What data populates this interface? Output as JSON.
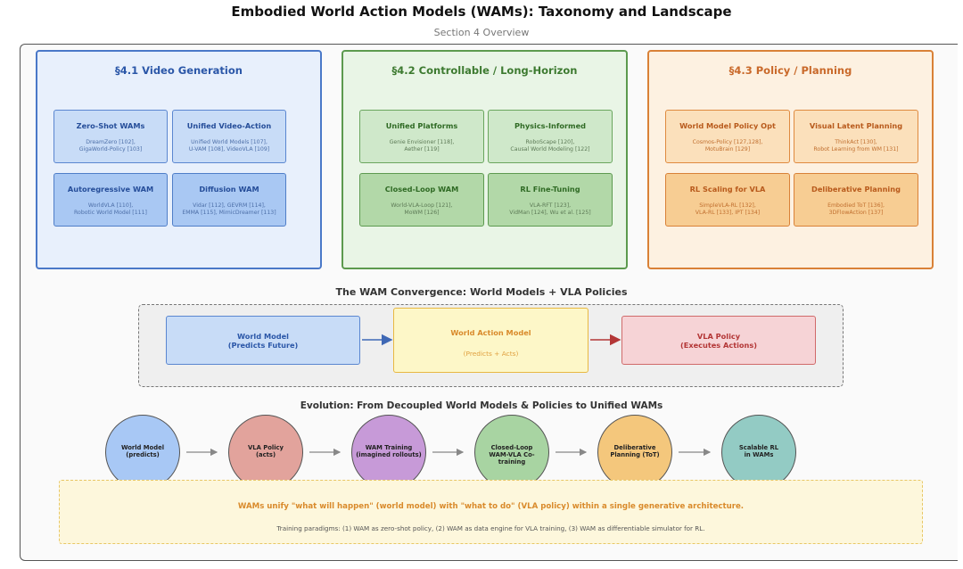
{
  "header": {
    "title": "Embodied World Action Models (WAMs): Taxonomy and Landscape",
    "subtitle": "Section 4 Overview"
  },
  "sections": [
    {
      "title": "§4.1 Video Generation",
      "cards": [
        {
          "title": "Zero-Shot WAMs",
          "refs": [
            "DreamZero [102],",
            "GigaWorld-Policy [103]"
          ]
        },
        {
          "title": "Unified Video-Action",
          "refs": [
            "Unified World Models [107],",
            "U-VAM [108], VideoVLA [109]"
          ]
        },
        {
          "title": "Autoregressive WAM",
          "refs": [
            "WorldVLA [110],",
            "Robotic World Model [111]"
          ]
        },
        {
          "title": "Diffusion WAM",
          "refs": [
            "Vidar [112], GEVRM [114],",
            "EMMA [115], MimicDreamer [113]"
          ]
        }
      ]
    },
    {
      "title": "§4.2 Controllable / Long-Horizon",
      "cards": [
        {
          "title": "Unified Platforms",
          "refs": [
            "Genie Envisioner [118],",
            "Aether [119]"
          ]
        },
        {
          "title": "Physics-Informed",
          "refs": [
            "RoboScape [120],",
            "Causal World Modeling [122]"
          ]
        },
        {
          "title": "Closed-Loop WAM",
          "refs": [
            "World-VLA-Loop [121],",
            "MoWM [126]"
          ]
        },
        {
          "title": "RL Fine-Tuning",
          "refs": [
            "VLA-RFT [123],",
            "VidMan [124], Wu et al. [125]"
          ]
        }
      ]
    },
    {
      "title": "§4.3 Policy / Planning",
      "cards": [
        {
          "title": "World Model Policy Opt",
          "refs": [
            "Cosmos-Policy [127,128],",
            "MotuBrain [129]"
          ]
        },
        {
          "title": "Visual Latent Planning",
          "refs": [
            "ThinkAct [130],",
            "Robot Learning from WM [131]"
          ]
        },
        {
          "title": "RL Scaling for VLA",
          "refs": [
            "SimpleVLA-RL [132],",
            "VLA-RL [133], IPT [134]"
          ]
        },
        {
          "title": "Deliberative Planning",
          "refs": [
            "Embodied ToT [136],",
            "3DFlowAction [137]"
          ]
        }
      ]
    }
  ],
  "convergence": {
    "title": "The WAM Convergence: World Models + VLA Policies",
    "world_model": [
      "World Model",
      "(Predicts Future)"
    ],
    "wam": {
      "title": "World Action Model",
      "sub": "(Predicts + Acts)"
    },
    "vla": [
      "VLA Policy",
      "(Executes Actions)"
    ]
  },
  "evolution": {
    "title": "Evolution: From Decoupled World Models & Policies to Unified WAMs",
    "steps": [
      [
        "World Model",
        "(predicts)"
      ],
      [
        "VLA Policy",
        "(acts)"
      ],
      [
        "WAM Training",
        "(imagined rollouts)"
      ],
      [
        "Closed-Loop",
        "WAM-VLA Co-training"
      ],
      [
        "Deliberative",
        "Planning (ToT)"
      ],
      [
        "Scalable RL",
        "in WAMs"
      ]
    ]
  },
  "summary": {
    "main": "WAMs unify \"what will happen\" (world model) with \"what to do\" (VLA policy) within a single generative architecture.",
    "sub": "Training paradigms: (1) WAM as zero-shot policy, (2) WAM as data engine for VLA training, (3) WAM as differentiable simulator for RL."
  },
  "colors": {
    "video_generation": "#4a78c8",
    "controllable": "#5c9a4e",
    "policy_planning": "#d98137",
    "wam_highlight": "#e8b842",
    "vla_policy": "#d06a6a"
  }
}
